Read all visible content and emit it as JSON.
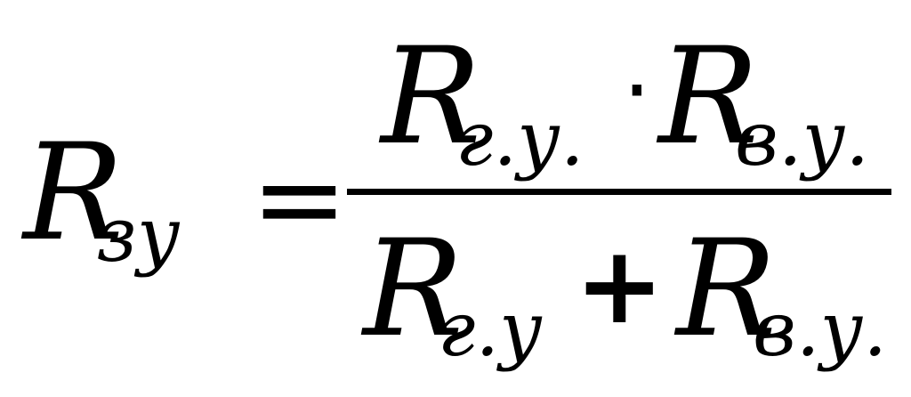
{
  "formula": {
    "lhs": {
      "symbol": "R",
      "subscript": "зу"
    },
    "equals": "=",
    "numerator": {
      "term1": {
        "symbol": "R",
        "subscript": "г.у."
      },
      "operator": "·",
      "term2": {
        "symbol": "R",
        "subscript": "в.у."
      }
    },
    "denominator": {
      "term1": {
        "symbol": "R",
        "subscript": "г.у"
      },
      "operator": "+",
      "term2": {
        "symbol": "R",
        "subscript": "в.у."
      }
    }
  }
}
